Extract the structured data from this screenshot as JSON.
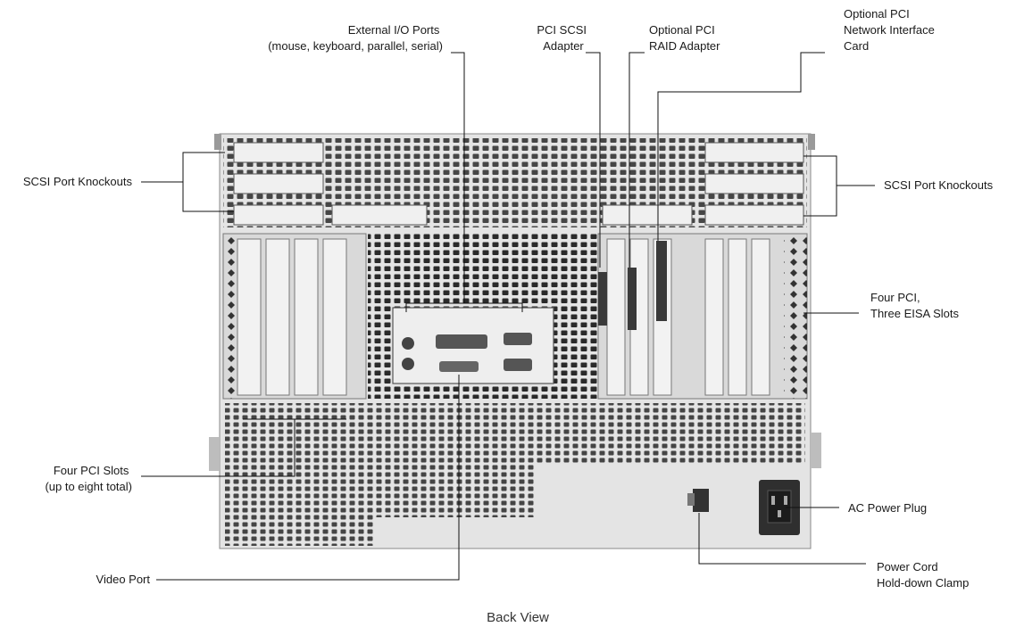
{
  "caption": "Back View",
  "labels": {
    "external_io": [
      "External I/O Ports",
      "(mouse, keyboard, parallel, serial)"
    ],
    "pci_scsi": [
      "PCI SCSI",
      "Adapter"
    ],
    "pci_raid": [
      "Optional PCI",
      "RAID Adapter"
    ],
    "pci_nic": [
      "Optional PCI",
      "Network Interface",
      "Card"
    ],
    "scsi_left": [
      "SCSI Port Knockouts"
    ],
    "scsi_right": [
      "SCSI Port Knockouts"
    ],
    "pci_eisa": [
      "Four PCI,",
      "Three EISA Slots"
    ],
    "pci_slots": [
      "Four PCI Slots",
      "(up to eight total)"
    ],
    "ac_power": [
      "AC Power Plug"
    ],
    "video": [
      "Video Port"
    ],
    "clamp": [
      "Power Cord",
      "Hold-down Clamp"
    ]
  },
  "colors": {
    "chassis": "#e4e4e4",
    "holes": "#2a2a2a",
    "lines": "#111111"
  }
}
